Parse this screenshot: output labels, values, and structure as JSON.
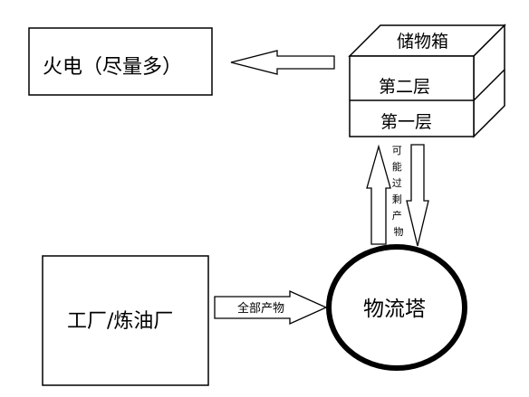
{
  "nodes": {
    "power_plant": "火电（尽量多）",
    "storage_box": "储物箱",
    "layer_two": "第二层",
    "layer_one": "第一层",
    "factory": "工厂/炼油厂",
    "logistics_tower": "物流塔"
  },
  "edges": {
    "factory_to_tower": "全部产物",
    "tower_to_storage": "可能过剩产物"
  },
  "colors": {
    "stroke": "#000000",
    "background": "#ffffff"
  }
}
